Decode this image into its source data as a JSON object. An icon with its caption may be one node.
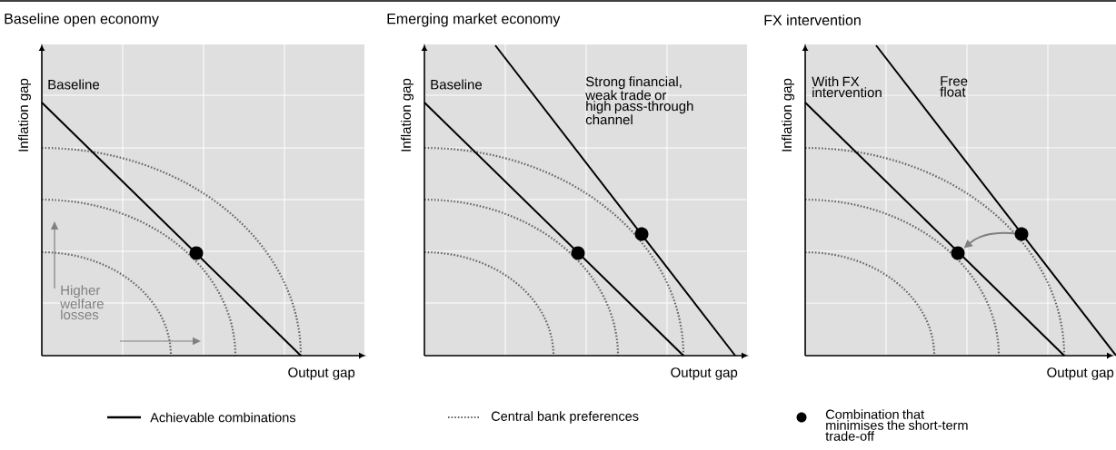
{
  "diagram": {
    "nodes": [
      {
        "text": [],
        "shape": "circle"
      },
      {
        "text": [],
        "shape": "circle"
      },
      {
        "text": [],
        "shape": "circle"
      },
      {
        "text": [],
        "shape": "circle"
      },
      {
        "text": [],
        "shape": "circle"
      }
    ],
    "edges": [
      {
        "from": 4,
        "to": 3,
        "arrow": "to",
        "color": "#7f7f7f"
      }
    ],
    "labels": [
      "Baseline open economy",
      "Emerging market economy",
      "FX intervention",
      "Inflation gap",
      "Inflation gap",
      "Inflation gap",
      "Baseline",
      "Baseline",
      "Strong financial, weak trade or high pass-through channel",
      "With FX intervention",
      "Free float",
      "Higher welfare losses",
      "Output gap",
      "Output gap",
      "Output gap"
    ],
    "legend": [
      {
        "text": "Achievable combinations"
      },
      {
        "text": "Central bank preferences"
      },
      {
        "text": "Combination that minimises the short-term trade-off"
      }
    ]
  }
}
